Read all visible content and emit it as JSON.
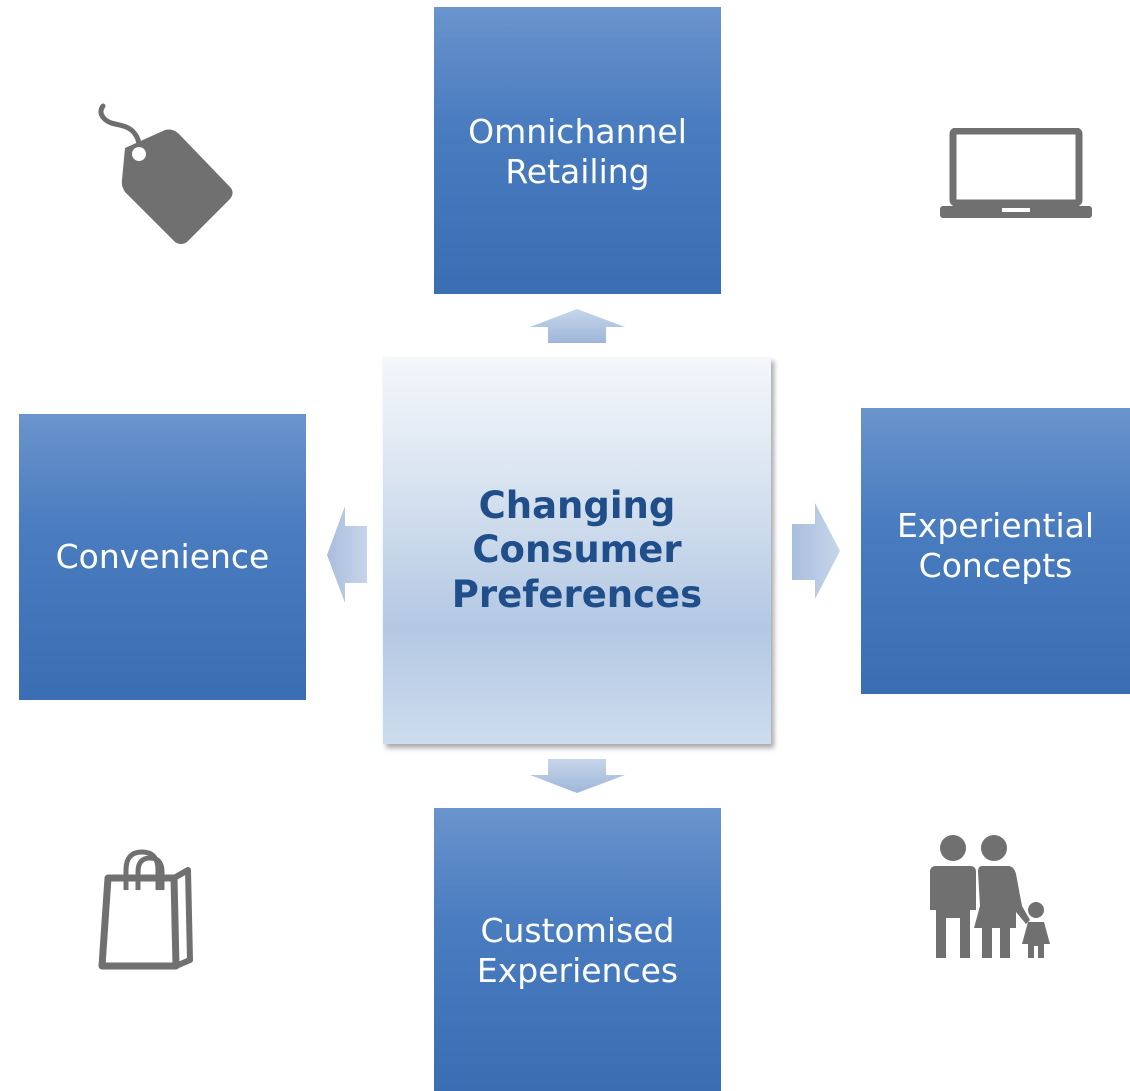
{
  "center": {
    "line1": "Changing",
    "line2": "Consumer",
    "line3": "Preferences"
  },
  "top": {
    "line1": "Omnichannel",
    "line2": "Retailing"
  },
  "left": {
    "line1": "Convenience"
  },
  "right": {
    "line1": "Experiential",
    "line2": "Concepts"
  },
  "bottom": {
    "line1": "Customised",
    "line2": "Experiences"
  },
  "icons": [
    "price-tag-icon",
    "laptop-icon",
    "shopping-bag-icon",
    "family-icon"
  ],
  "colors": {
    "box": "#4a7cc0",
    "center_text": "#1f4e8a",
    "icon": "#6e6e6e",
    "arrow": "#a9bedd"
  }
}
